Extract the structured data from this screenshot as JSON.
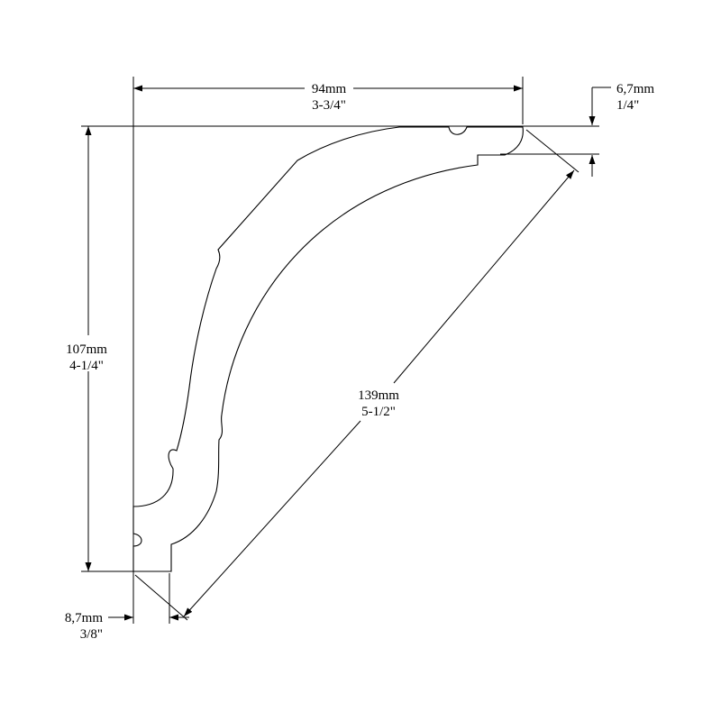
{
  "dimensions": {
    "width": {
      "metric": "94mm",
      "imperial": "3-3/4\""
    },
    "height": {
      "metric": "107mm",
      "imperial": "4-1/4\""
    },
    "projection": {
      "metric": "139mm",
      "imperial": "5-1/2\""
    },
    "top_flat": {
      "metric": "6,7mm",
      "imperial": "1/4\""
    },
    "bottom_flat": {
      "metric": "8,7mm",
      "imperial": "3/8\""
    }
  }
}
